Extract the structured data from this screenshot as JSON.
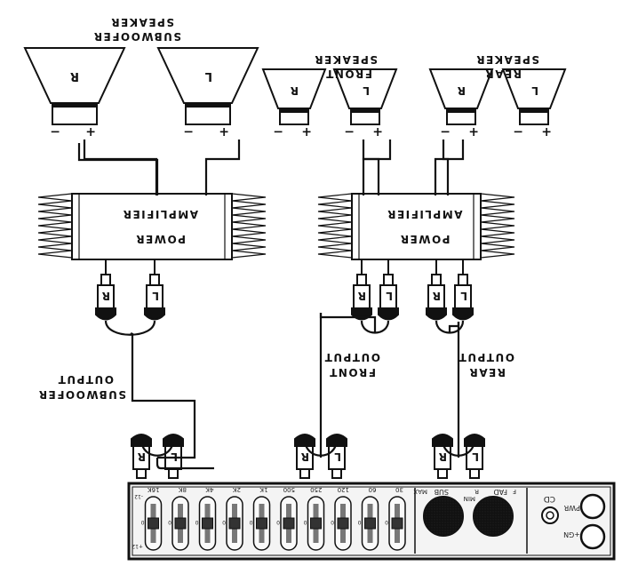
{
  "labels": {
    "sub_speaker": [
      "SUBWOOFER",
      "SPEAKER"
    ],
    "front_speaker": [
      "FRONT",
      "SPEAKER"
    ],
    "rear_speaker": [
      "REAR",
      "SPEAKER"
    ],
    "amplifier": [
      "POWER",
      "AMPLIFIER"
    ],
    "sub_output": [
      "SUBWOOFER",
      "OUTPUT"
    ],
    "front_output": [
      "FRONT",
      "OUTPUT"
    ],
    "rear_output": [
      "REAR",
      "OUTPUT"
    ]
  },
  "channels": {
    "right": "R",
    "left": "L"
  },
  "polarity": {
    "plus": "+",
    "minus": "−"
  },
  "head_unit": {
    "eq_bands": [
      "30",
      "60",
      "120",
      "250",
      "500",
      "1K",
      "2K",
      "4K",
      "8K",
      "16K"
    ],
    "eq_scale": {
      "top": "+12",
      "mid": "0",
      "bottom": "-12"
    },
    "sub_knob_label": "SUB",
    "sub_knob_scale": [
      "MIN",
      "MAX"
    ],
    "fad_knob_label": "FAD",
    "fad_knob_scale": [
      "F",
      "R"
    ],
    "cd_label": "CD",
    "pwr_label": "PWR",
    "gain_label": "+GN"
  }
}
